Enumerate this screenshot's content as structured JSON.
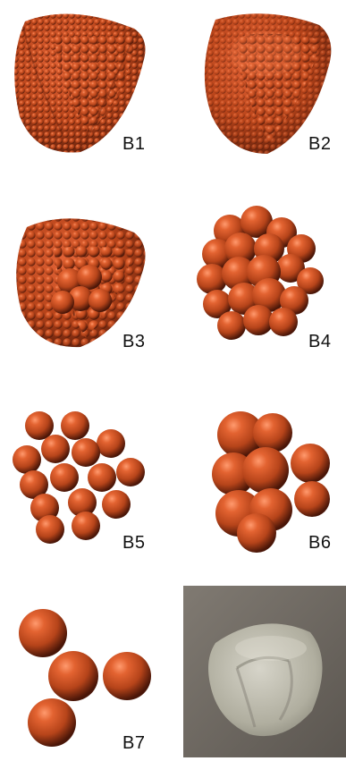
{
  "figure": {
    "panels": [
      {
        "id": "B1",
        "label": "B1",
        "kind": "packing",
        "sphere_count": "many",
        "shape": "rounded-tetrahedron"
      },
      {
        "id": "B2",
        "label": "B2",
        "kind": "packing",
        "sphere_count": "many",
        "shape": "rounded-tetrahedron"
      },
      {
        "id": "B3",
        "label": "B3",
        "kind": "packing",
        "sphere_count": "medium-many",
        "shape": "rounded-tetrahedron"
      },
      {
        "id": "B4",
        "label": "B4",
        "kind": "packing",
        "sphere_count": "medium",
        "shape": "rounded-tetrahedron"
      },
      {
        "id": "B5",
        "label": "B5",
        "kind": "cluster",
        "sphere_count": "approx 20",
        "shape": "loose-cluster"
      },
      {
        "id": "B6",
        "label": "B6",
        "kind": "cluster",
        "sphere_count": "approx 10",
        "shape": "tight-cluster"
      },
      {
        "id": "B7",
        "label": "B7",
        "kind": "spheres",
        "sphere_count": 4,
        "shape": "separate-spheres"
      },
      {
        "id": "photo",
        "label": "",
        "kind": "photograph",
        "subject": "physical Reuleaux-tetrahedron-like object"
      }
    ],
    "colors": {
      "sphere": "#c9501f",
      "sphere_highlight": "#ff9a6e",
      "sphere_shadow": "#4a1608",
      "background": "#ffffff",
      "photo_bg": "#6f6a63",
      "photo_object": "#b8b6ab"
    }
  }
}
